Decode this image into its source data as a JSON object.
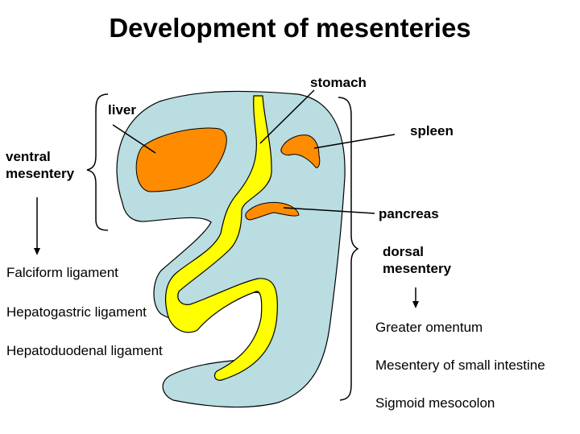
{
  "title": "Development of mesenteries",
  "labels": {
    "liver": "liver",
    "stomach": "stomach",
    "spleen": "spleen",
    "pancreas": "pancreas",
    "ventral_line1": "ventral",
    "ventral_line2": "mesentery",
    "dorsal_line1": "dorsal",
    "dorsal_line2": "mesentery"
  },
  "ventral_derivatives": [
    "Falciform ligament",
    "Hepatogastric ligament",
    "Hepatoduodenal ligament"
  ],
  "dorsal_derivatives": [
    "Greater omentum",
    "Mesentery of small intestine",
    "Sigmoid mesocolon"
  ],
  "colors": {
    "mesentery_fill": "#b9dde0",
    "organ_fill": "#ff8c00",
    "gut_fill": "#ffff00",
    "outline": "#000000"
  }
}
